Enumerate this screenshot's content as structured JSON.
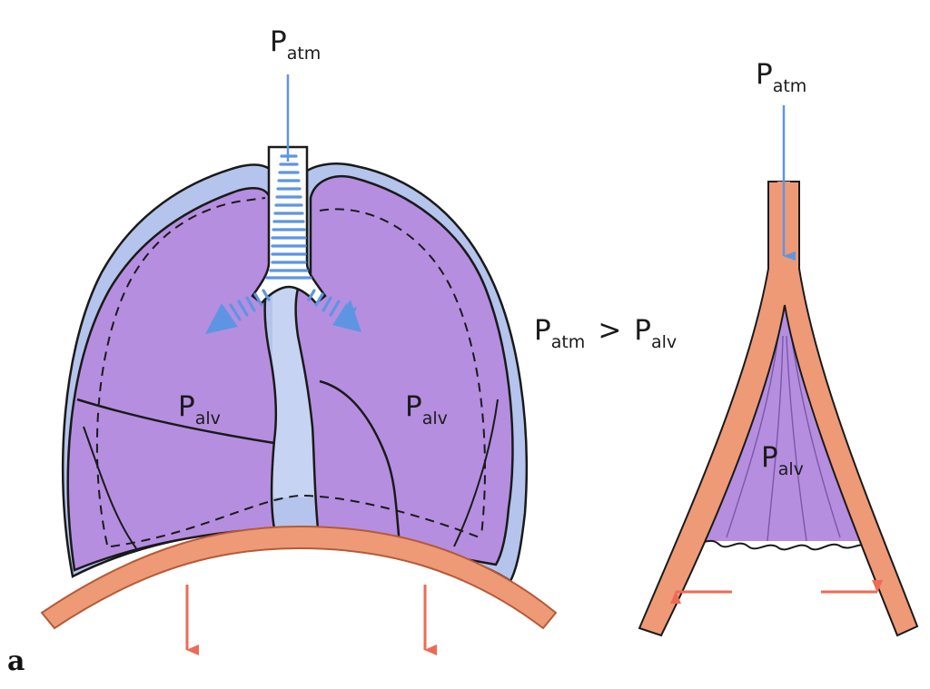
{
  "labels": {
    "p_symbol": "P",
    "atm_sub": "atm",
    "alv_sub": "alv",
    "greater_than": ">",
    "panel_letter": "a"
  },
  "colors": {
    "pleura_fill": "#b4c4ec",
    "lung_fill": "#b58ee0",
    "outline": "#1a1a1a",
    "diaphragm_fill": "#ee9a76",
    "diaphragm_stroke": "#b55a3a",
    "air_arrow": "#5e95e2",
    "force_arrow": "#ee6a56",
    "airway_fill": "#ffffff"
  }
}
